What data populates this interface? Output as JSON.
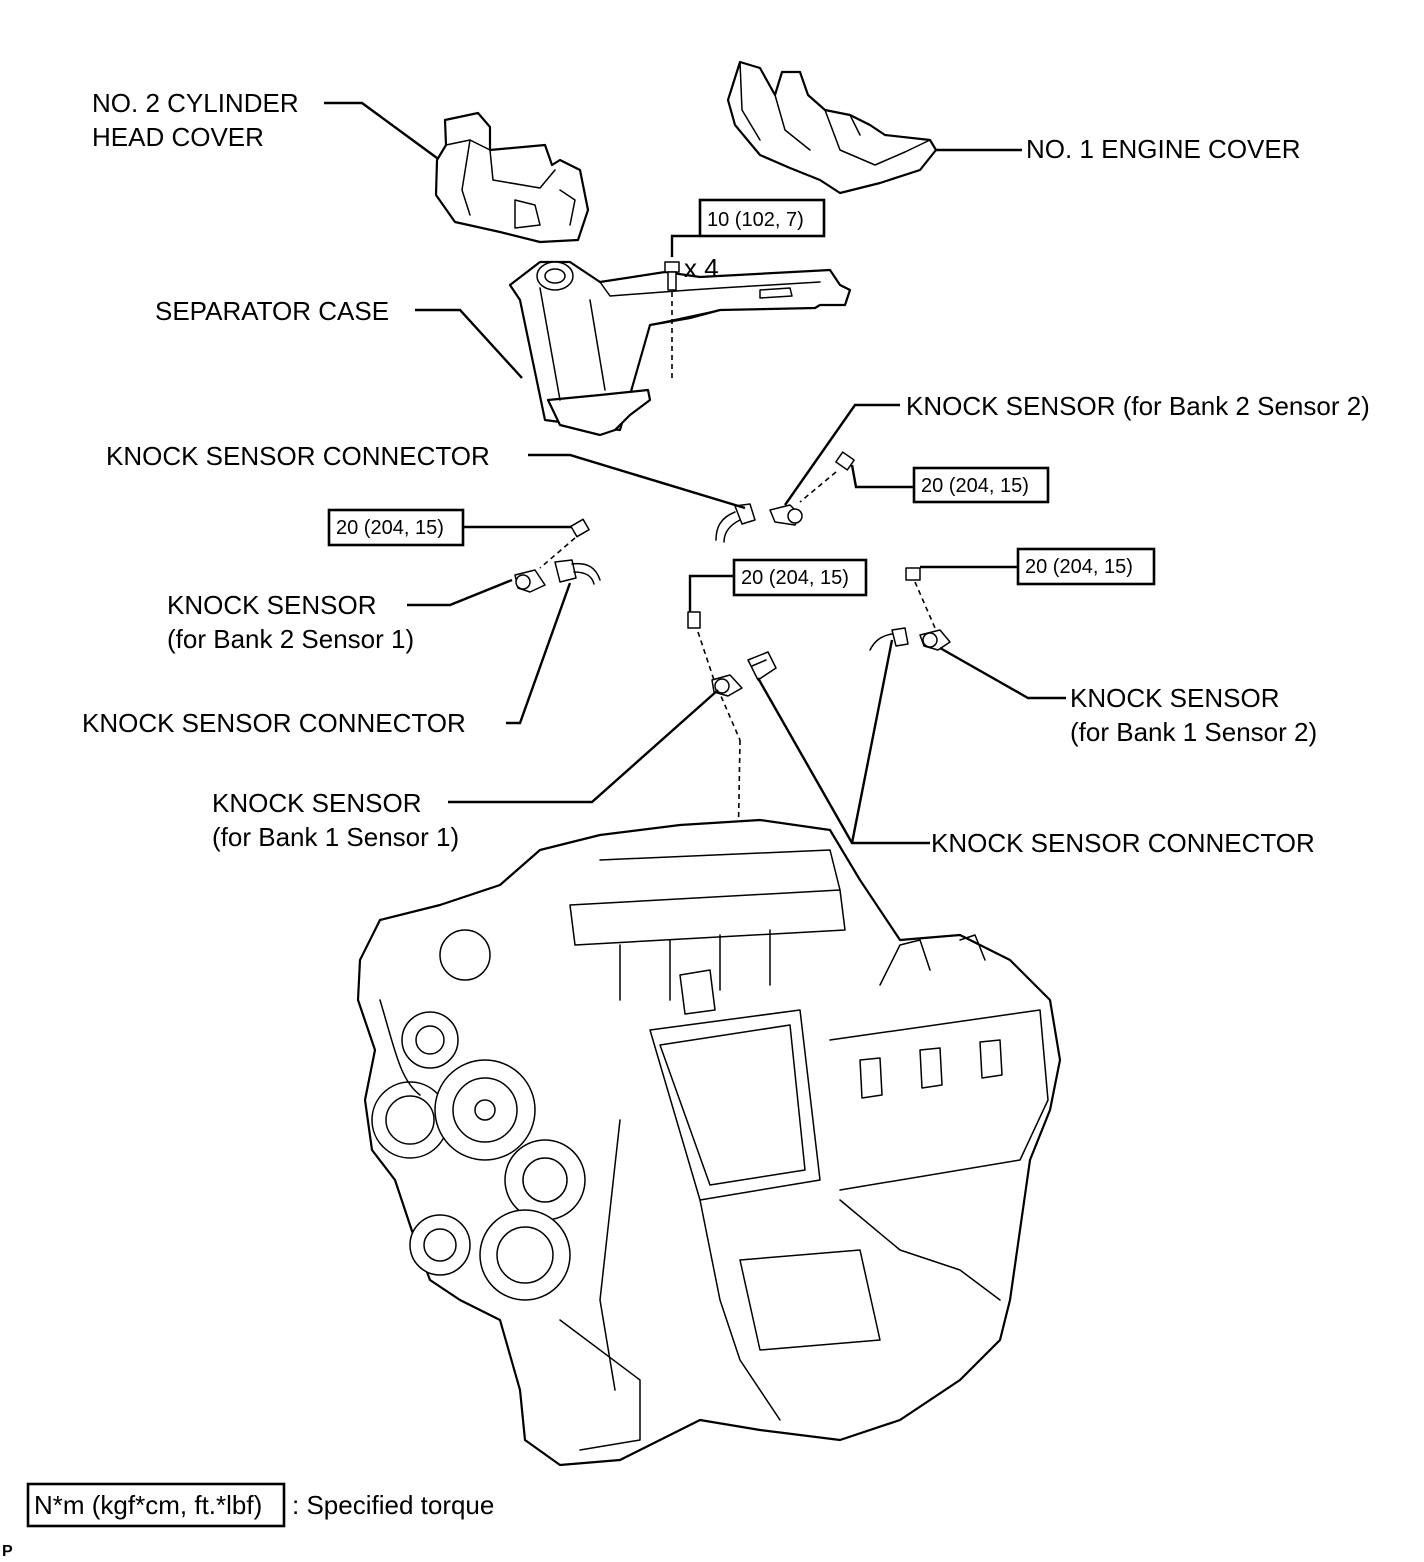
{
  "labels": {
    "cyl_head_cover_1": "NO. 2 CYLINDER",
    "cyl_head_cover_2": "HEAD COVER",
    "engine_cover": "NO. 1 ENGINE COVER",
    "separator_case": "SEPARATOR CASE",
    "ks_b2s2": "KNOCK SENSOR (for Bank 2 Sensor 2)",
    "ks_connector_a": "KNOCK SENSOR CONNECTOR",
    "ks_b2s1_1": "KNOCK SENSOR",
    "ks_b2s1_2": "(for Bank 2 Sensor 1)",
    "ks_connector_b": "KNOCK SENSOR CONNECTOR",
    "ks_b1s2_1": "KNOCK SENSOR",
    "ks_b1s2_2": "(for Bank 1 Sensor 2)",
    "ks_b1s1_1": "KNOCK SENSOR",
    "ks_b1s1_2": "(for Bank 1 Sensor 1)",
    "ks_connector_c": "KNOCK SENSOR CONNECTOR",
    "bolt_qty": "x 4"
  },
  "torques": {
    "separator_bolts": "10 (102, 7)",
    "b2s2": "20 (204, 15)",
    "b2s1": "20 (204, 15)",
    "b1s1": "20 (204, 15)",
    "b1s2": "20 (204, 15)"
  },
  "legend": {
    "unit": "N*m (kgf*cm, ft.*lbf)",
    "text": ": Specified torque"
  },
  "corner_mark": "P"
}
